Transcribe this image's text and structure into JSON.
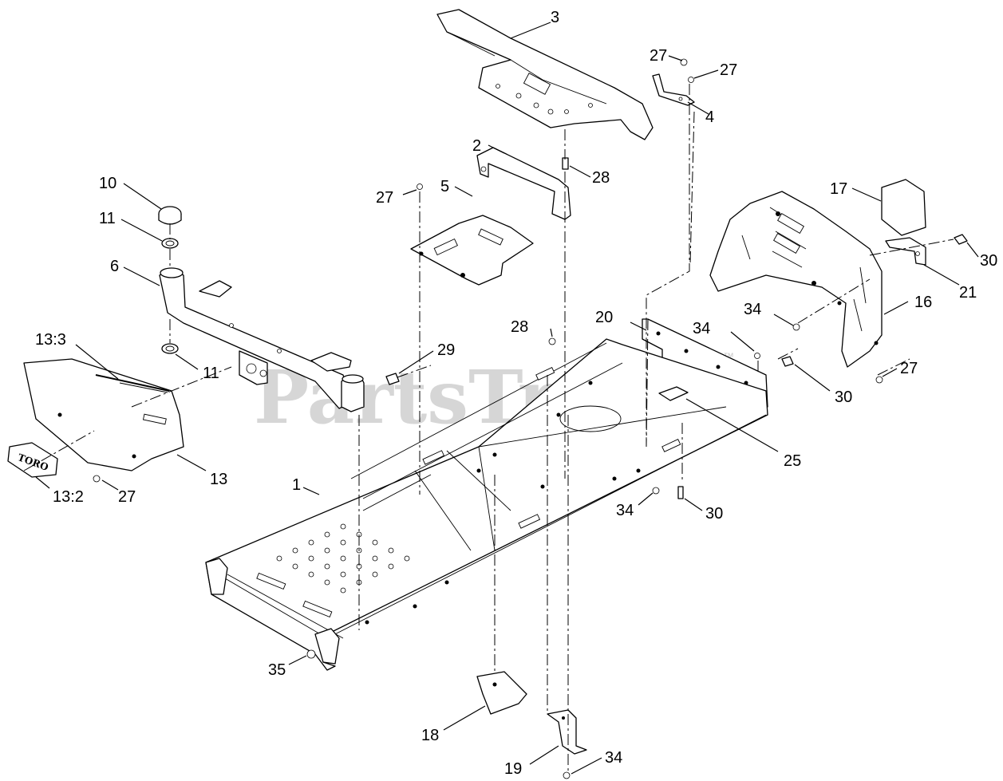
{
  "watermark": {
    "text": "PartsTree",
    "trademark": "™"
  },
  "decal_brand": "TORO",
  "callouts": {
    "c3": "3",
    "c27a": "27",
    "c27b": "27",
    "c4": "4",
    "c2": "2",
    "c28a": "28",
    "c10": "10",
    "c11a": "11",
    "c27c": "27",
    "c5": "5",
    "c17": "17",
    "c30a": "30",
    "c6": "6",
    "c21": "21",
    "c16": "16",
    "c34a": "34",
    "c20": "20",
    "c34b": "34",
    "c28b": "28",
    "c13_3": "13:3",
    "c29": "29",
    "c11b": "11",
    "c27d": "27",
    "c30b": "30",
    "c25": "25",
    "c13": "13",
    "c13_2": "13:2",
    "c27e": "27",
    "c1": "1",
    "c34c": "34",
    "c30c": "30",
    "c35": "35",
    "c18": "18",
    "c19": "19",
    "c34d": "34"
  }
}
